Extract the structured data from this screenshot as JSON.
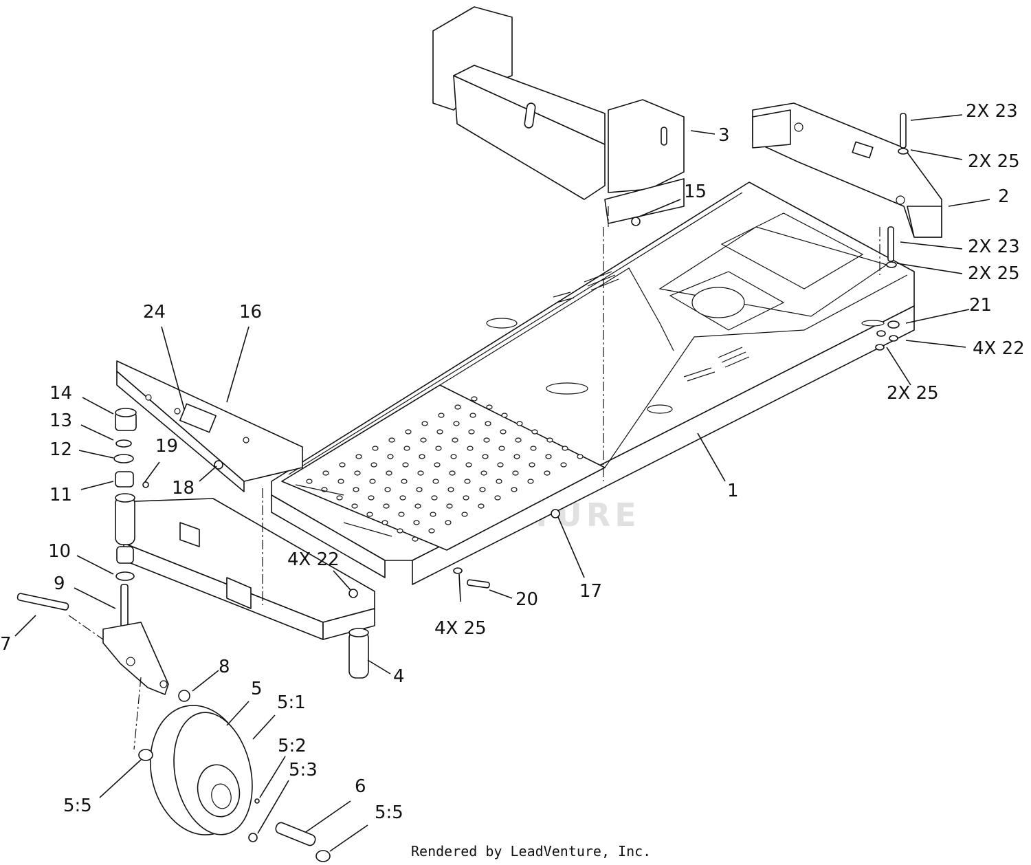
{
  "diagram": {
    "labels": [
      {
        "id": "callout-1",
        "text": "1"
      },
      {
        "id": "callout-2",
        "text": "2"
      },
      {
        "id": "callout-3",
        "text": "3"
      },
      {
        "id": "callout-15",
        "text": "15"
      },
      {
        "id": "callout-2x23-top",
        "text": "2X 23"
      },
      {
        "id": "callout-2x25-top",
        "text": "2X 25"
      },
      {
        "id": "callout-2x23-mid",
        "text": "2X 23"
      },
      {
        "id": "callout-2x25-mid",
        "text": "2X 25"
      },
      {
        "id": "callout-21",
        "text": "21"
      },
      {
        "id": "callout-4x22-right",
        "text": "4X 22"
      },
      {
        "id": "callout-2x25-bottom",
        "text": "2X 25"
      },
      {
        "id": "callout-24",
        "text": "24"
      },
      {
        "id": "callout-16",
        "text": "16"
      },
      {
        "id": "callout-14",
        "text": "14"
      },
      {
        "id": "callout-13",
        "text": "13"
      },
      {
        "id": "callout-12",
        "text": "12"
      },
      {
        "id": "callout-19",
        "text": "19"
      },
      {
        "id": "callout-11",
        "text": "11"
      },
      {
        "id": "callout-18",
        "text": "18"
      },
      {
        "id": "callout-10",
        "text": "10"
      },
      {
        "id": "callout-9",
        "text": "9"
      },
      {
        "id": "callout-4x22-left",
        "text": "4X 22"
      },
      {
        "id": "callout-17",
        "text": "17"
      },
      {
        "id": "callout-20",
        "text": "20"
      },
      {
        "id": "callout-4x25",
        "text": "4X 25"
      },
      {
        "id": "callout-7",
        "text": "7"
      },
      {
        "id": "callout-8",
        "text": "8"
      },
      {
        "id": "callout-4",
        "text": "4"
      },
      {
        "id": "callout-5",
        "text": "5"
      },
      {
        "id": "callout-5-1",
        "text": "5:1"
      },
      {
        "id": "callout-5-2",
        "text": "5:2"
      },
      {
        "id": "callout-5-3",
        "text": "5:3"
      },
      {
        "id": "callout-6",
        "text": "6"
      },
      {
        "id": "callout-5-5-left",
        "text": "5:5"
      },
      {
        "id": "callout-5-5-right",
        "text": "5:5"
      }
    ],
    "watermark": "LEADVENTURE",
    "footer": "Rendered by LeadVenture, Inc."
  }
}
